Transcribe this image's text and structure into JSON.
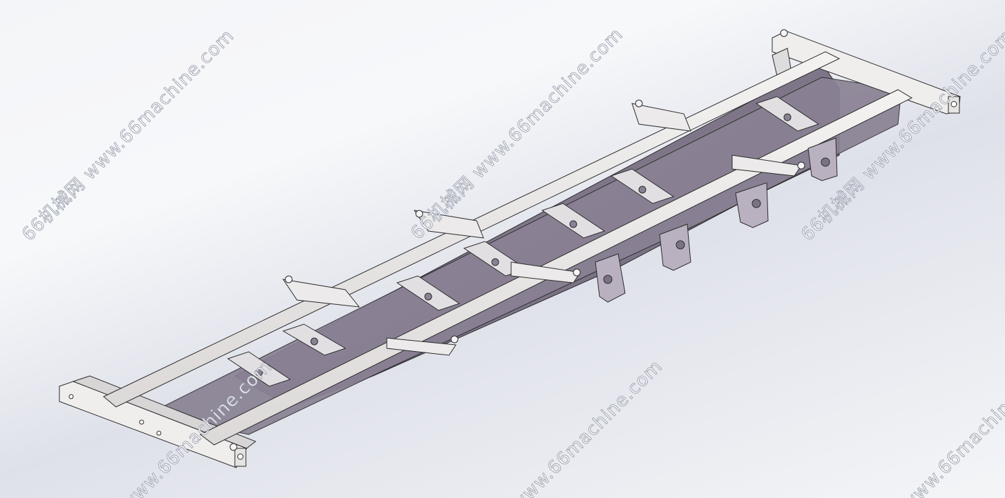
{
  "watermarks": {
    "cn_full": "66机械网 www.66machine.com",
    "domain_only": "66machine.com",
    "url_only": "www.66machine.com"
  },
  "colors": {
    "background": "#eceef3",
    "frame_light": "#eeeceb",
    "frame_dark": "#827a8c",
    "edge": "#2a2a2a"
  },
  "icons": {
    "bolt": "bolt-icon",
    "bracket": "suspension-bracket-icon"
  }
}
